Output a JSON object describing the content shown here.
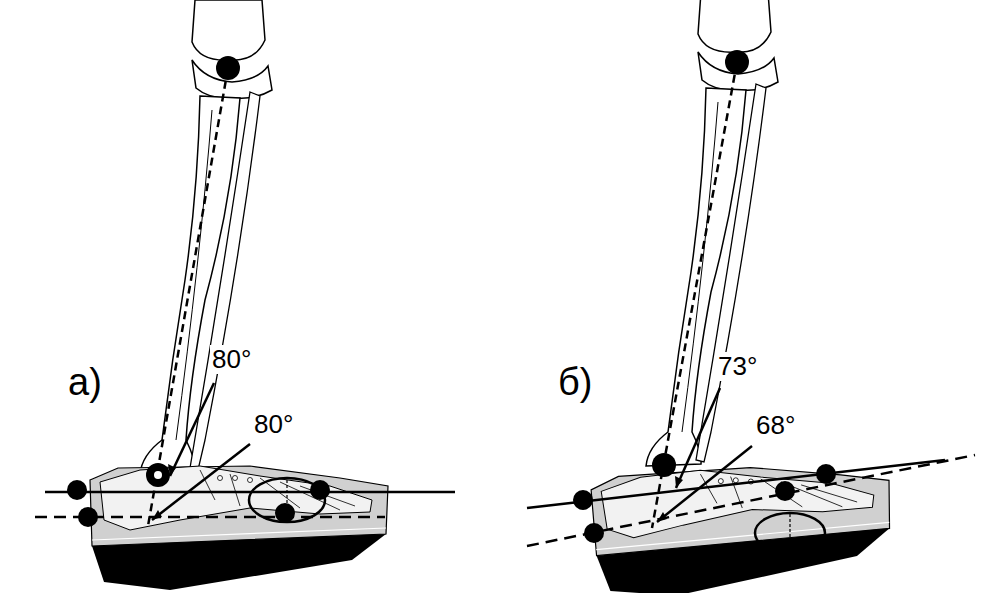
{
  "diagram": {
    "labels": [
      "а)",
      "80°",
      "80°",
      "б)",
      "73°",
      "68°"
    ]
  }
}
